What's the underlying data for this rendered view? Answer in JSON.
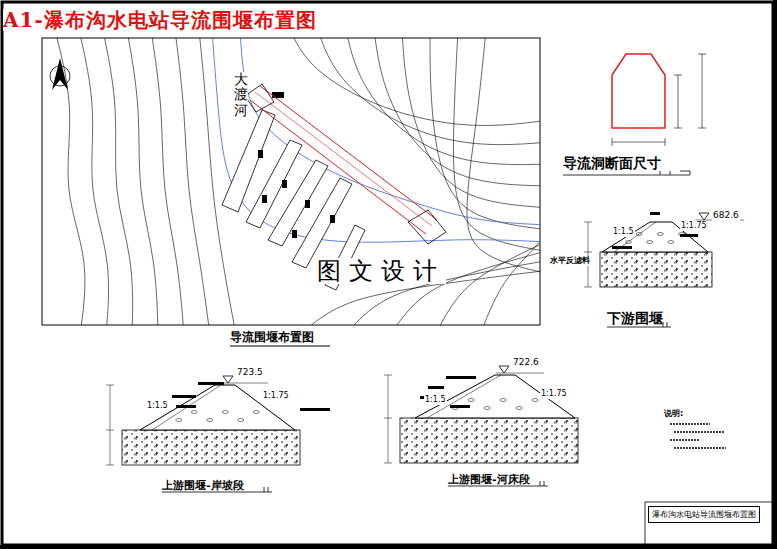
{
  "diagram": {
    "title": "A1-瀑布沟水电站导流围堰布置图",
    "caption": "导流围堰布置图",
    "nodes": [
      {
        "text": [
          "瀑布沟水电站导流围堰布置图"
        ]
      }
    ],
    "labels": [
      "大渡河",
      "图文设计",
      "导流洞断面尺寸",
      "下游围堰",
      "上游围堰-岸坡段",
      "上游围堰-河床段",
      "682.6",
      "723.5",
      "722.6",
      "1:1.5",
      "1:1.75",
      "1:1.5",
      "1:1.75",
      "1:1.5",
      "1:1.75",
      "水平反滤料",
      "说明:"
    ]
  }
}
